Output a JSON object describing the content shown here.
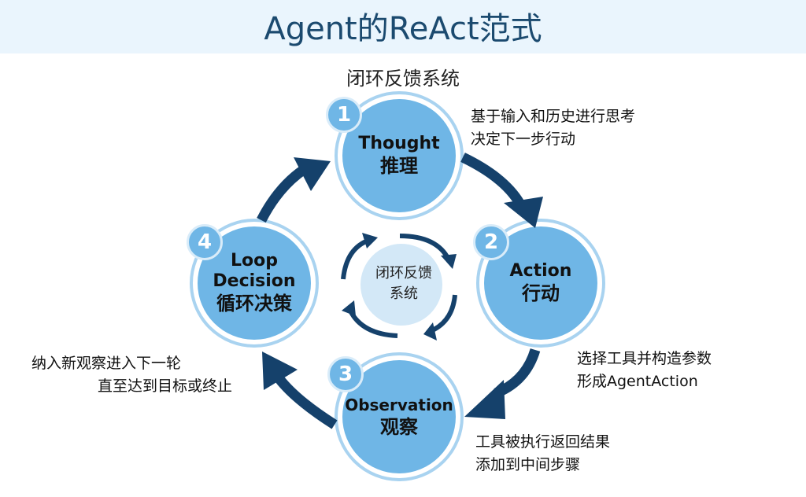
{
  "header": {
    "title": "Agent的ReAct范式",
    "subtitle": "闭环反馈系统"
  },
  "colors": {
    "header_band": "#eaf5fd",
    "title_text": "#1b4a6f",
    "node_fill": "#6fb6e6",
    "node_ring": "#a9d3f0",
    "arrow": "#15416b",
    "center_fill": "#d3e8f7"
  },
  "center": {
    "label_line1": "闭环反馈",
    "label_line2": "系统"
  },
  "nodes": [
    {
      "number": "1",
      "title_en": "Thought",
      "title_zh": "推理",
      "desc_line1": "基于输入和历史进行思考",
      "desc_line2": "决定下一步行动"
    },
    {
      "number": "2",
      "title_en": "Action",
      "title_zh": "行动",
      "desc_line1": "选择工具并构造参数",
      "desc_line2": "形成AgentAction"
    },
    {
      "number": "3",
      "title_en": "Observation",
      "title_zh": "观察",
      "desc_line1": "工具被执行返回结果",
      "desc_line2": "添加到中间步骤"
    },
    {
      "number": "4",
      "title_en_line1": "Loop",
      "title_en_line2": "Decision",
      "title_zh": "循环决策",
      "desc_line1": "纳入新观察进入下一轮",
      "desc_line2": "直至达到目标或终止"
    }
  ]
}
